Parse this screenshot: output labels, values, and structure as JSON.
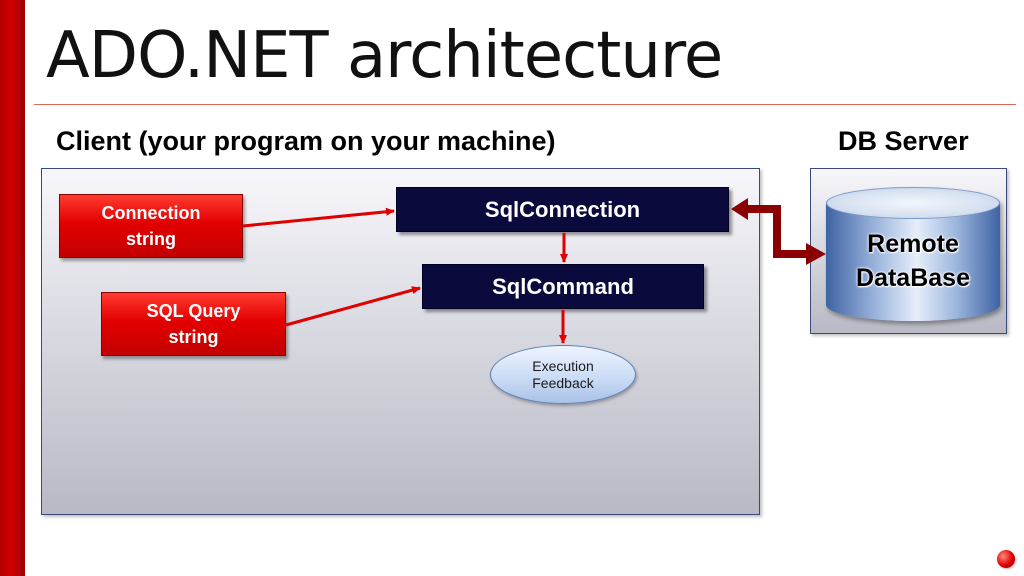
{
  "slide": {
    "title": "ADO.NET architecture"
  },
  "client": {
    "heading": "Client (your program on your machine)",
    "connection_string": [
      "Connection",
      "string"
    ],
    "sql_query_string": [
      "SQL Query",
      "string"
    ],
    "sql_connection": "SqlConnection",
    "sql_command": "SqlCommand",
    "execution_feedback": [
      "Execution",
      "Feedback"
    ]
  },
  "server": {
    "heading": "DB Server",
    "database": [
      "Remote",
      "DataBase"
    ]
  },
  "colors": {
    "accent_red": "#e30000",
    "navy": "#0a0a3c",
    "arrow_red": "#e00000",
    "db_arrow": "#8b0000",
    "title_rule": "#d96a5a"
  }
}
